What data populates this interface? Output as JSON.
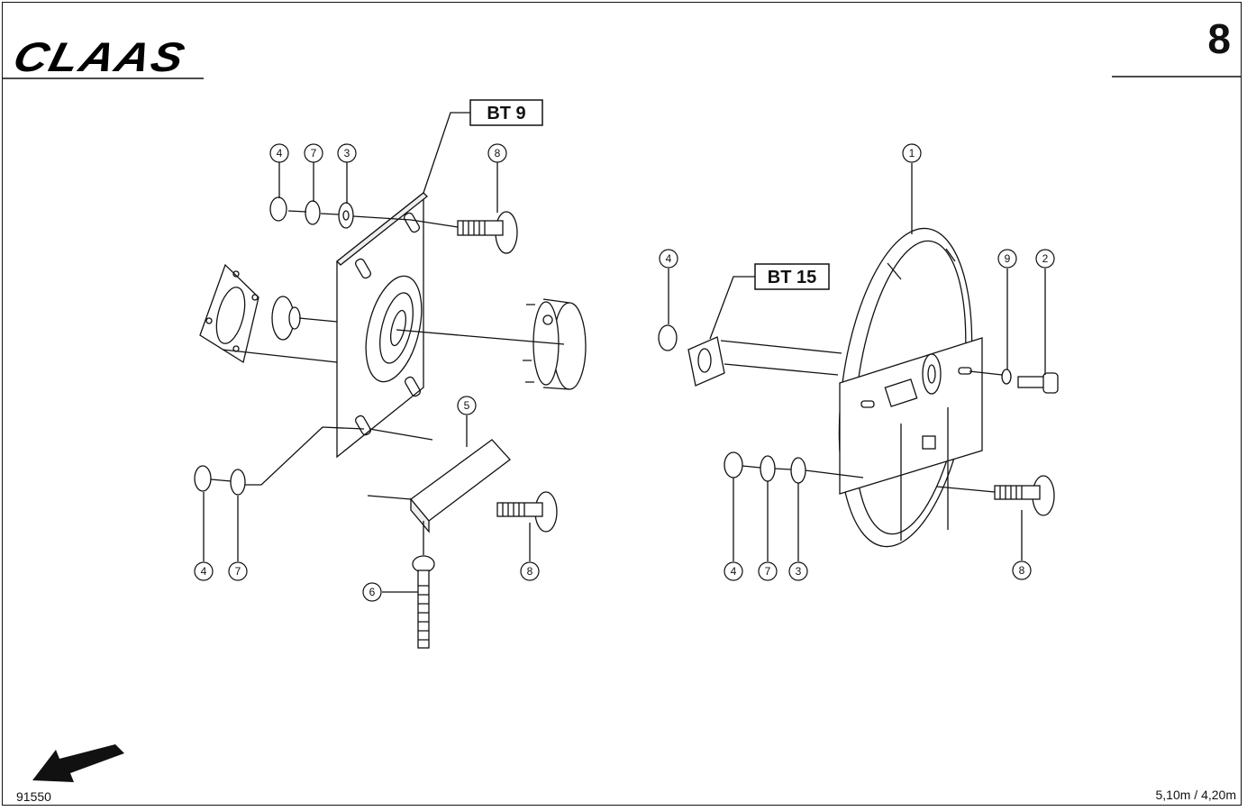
{
  "header": {
    "logo_text": "CLAAS",
    "page_number": "8"
  },
  "footer": {
    "drawing_number": "91550",
    "size_label": "5,10m / 4,20m"
  },
  "references": [
    {
      "id": "bt9",
      "label": "BT 9"
    },
    {
      "id": "bt15",
      "label": "BT 15"
    }
  ],
  "callouts": {
    "left_top_4": "4",
    "left_top_7": "7",
    "left_top_3": "3",
    "left_top_8": "8",
    "left_bottom_4": "4",
    "left_bottom_7": "7",
    "left_5": "5",
    "left_6": "6",
    "left_bottom_8": "8",
    "right_1": "1",
    "right_4": "4",
    "right_9": "9",
    "right_2": "2",
    "right_bottom_4": "4",
    "right_bottom_7": "7",
    "right_bottom_3": "3",
    "right_bottom_8": "8"
  },
  "icons": [
    "claas-logo",
    "direction-arrow-icon"
  ]
}
